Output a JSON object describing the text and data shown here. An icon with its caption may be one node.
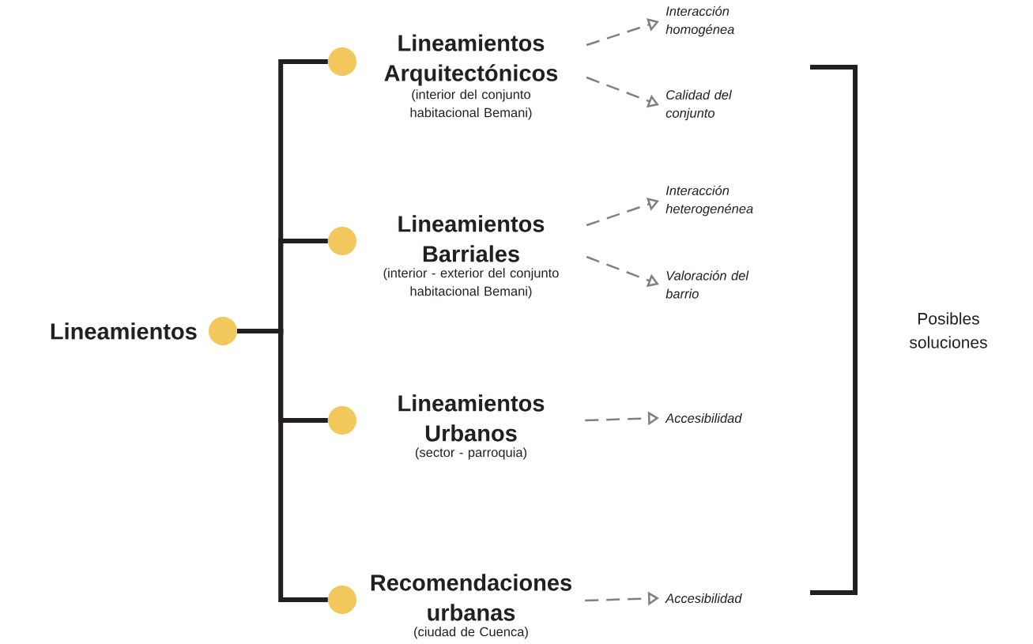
{
  "diagram": {
    "nodes": [
      {
        "text": [
          "Lineamientos"
        ]
      },
      {
        "text": [
          "Lineamientos Arquitectónicos",
          "(interior del conjunto habitacional Bemani)"
        ]
      },
      {
        "text": [
          "Lineamientos Barriales",
          "(interior - exterior del conjunto habitacional Bemani)"
        ]
      },
      {
        "text": [
          "Lineamientos Urbanos",
          "(sector - parroquia)"
        ]
      },
      {
        "text": [
          "Recomendaciones urbanas",
          "(ciudad de Cuenca)"
        ]
      },
      {
        "text": [
          "Interacción homogénea"
        ]
      },
      {
        "text": [
          "Calidad del conjunto"
        ]
      },
      {
        "text": [
          "Interacción heterogenénea"
        ]
      },
      {
        "text": [
          "Valoración del barrio"
        ]
      },
      {
        "text": [
          "Accesibilidad"
        ]
      },
      {
        "text": [
          "Accesibilidad"
        ]
      }
    ],
    "edges": [
      {
        "from": 0,
        "to": 1,
        "arrow": "none",
        "style": "thick",
        "color": "#231f20"
      },
      {
        "from": 0,
        "to": 2,
        "arrow": "none",
        "style": "thick",
        "color": "#231f20"
      },
      {
        "from": 0,
        "to": 3,
        "arrow": "none",
        "style": "thick",
        "color": "#231f20"
      },
      {
        "from": 0,
        "to": 4,
        "arrow": "none",
        "style": "thick",
        "color": "#231f20"
      },
      {
        "from": 1,
        "to": 5,
        "arrow": "to",
        "style": "dashed",
        "color": "#808080"
      },
      {
        "from": 1,
        "to": 6,
        "arrow": "to",
        "style": "dashed",
        "color": "#808080"
      },
      {
        "from": 2,
        "to": 7,
        "arrow": "to",
        "style": "dashed",
        "color": "#808080"
      },
      {
        "from": 2,
        "to": 8,
        "arrow": "to",
        "style": "dashed",
        "color": "#808080"
      },
      {
        "from": 3,
        "to": 9,
        "arrow": "to",
        "style": "dashed",
        "color": "#808080"
      },
      {
        "from": 4,
        "to": 10,
        "arrow": "to",
        "style": "dashed",
        "color": "#808080"
      }
    ],
    "labels": [
      "Posibles soluciones"
    ]
  }
}
